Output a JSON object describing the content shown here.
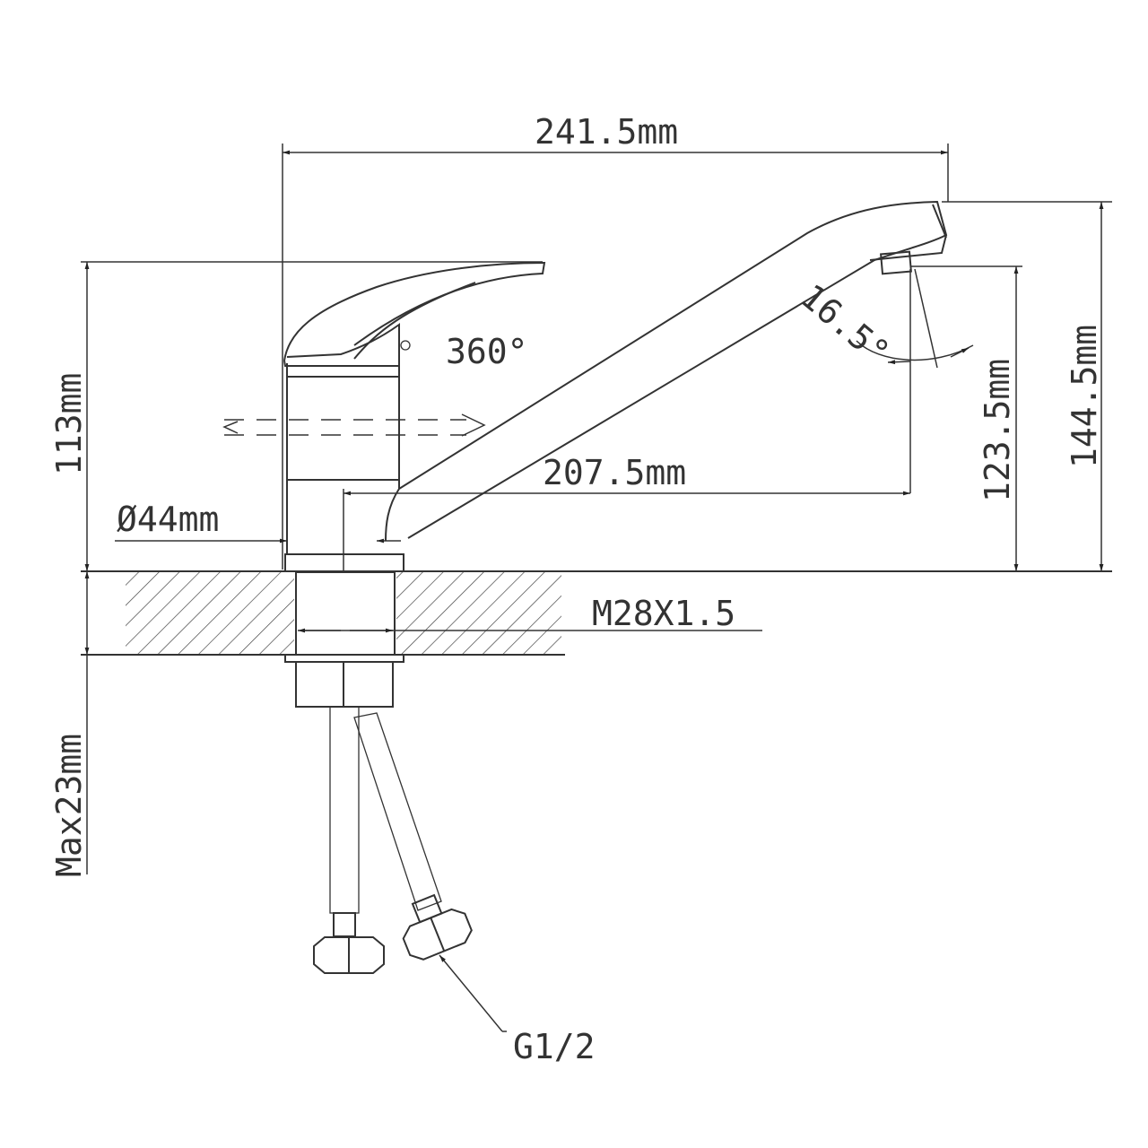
{
  "dimensions": {
    "overall_length": "241.5mm",
    "spout_reach": "207.5mm",
    "base_diameter": "Ø44mm",
    "handle_height": "113mm",
    "aerator_height": "123.5mm",
    "overall_height": "144.5mm",
    "max_counter_thickness": "Max23mm",
    "thread": "M28X1.5",
    "hose_connection": "G1/2",
    "rotation": "360°",
    "spout_angle": "16.5°"
  },
  "colors": {
    "line": "#333333",
    "background": "#ffffff"
  }
}
